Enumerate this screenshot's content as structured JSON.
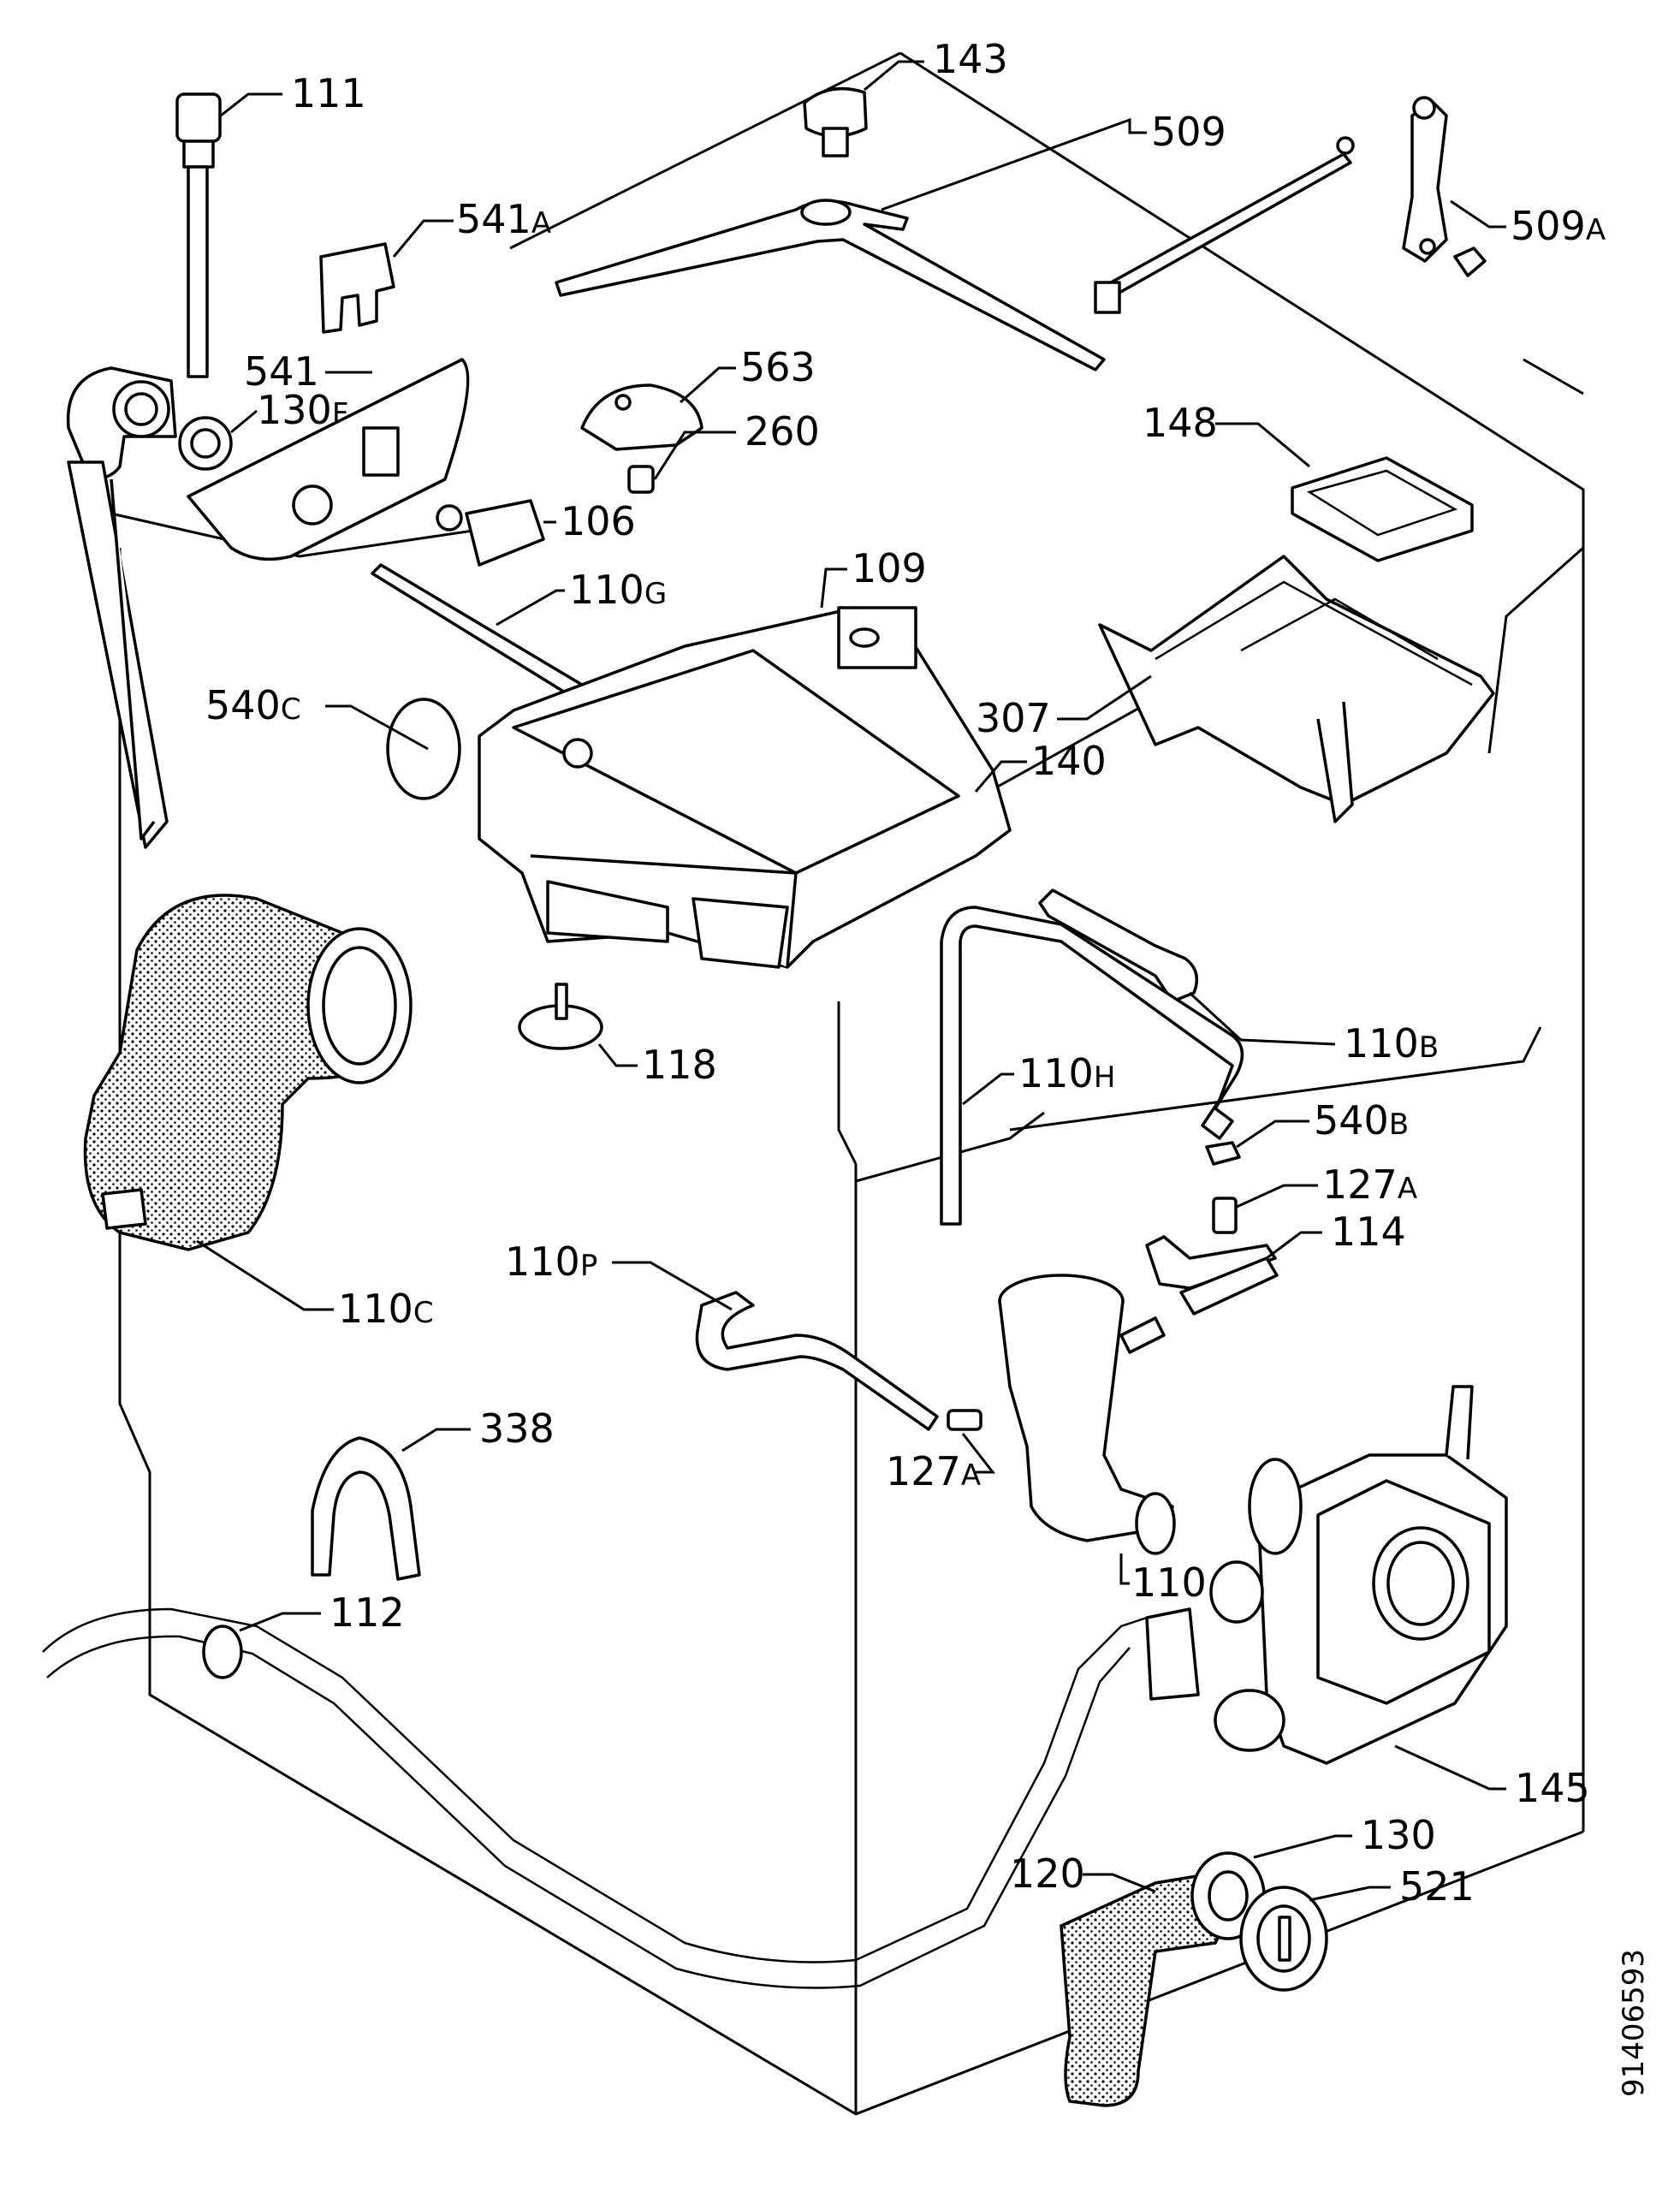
{
  "labels": {
    "l111": "111",
    "l143": "143",
    "l509": "509",
    "l509a": "509",
    "l509a_s": "A",
    "l541a": "541",
    "l541a_s": "A",
    "l541": "541",
    "l130f": "130",
    "l130f_s": "F",
    "l563": "563",
    "l260": "260",
    "l148": "148",
    "l106": "106",
    "l110g": "110",
    "l110g_s": "G",
    "l109": "109",
    "l540c": "540",
    "l540c_s": "C",
    "l307": "307",
    "l140": "140",
    "l110b": "110",
    "l110b_s": "B",
    "l118": "118",
    "l110h": "110",
    "l110h_s": "H",
    "l540b": "540",
    "l540b_s": "B",
    "l127a1": "127",
    "l127a1_s": "A",
    "l114": "114",
    "l110c": "110",
    "l110c_s": "C",
    "l110p": "110",
    "l110p_s": "P",
    "l338": "338",
    "l127a2": "127",
    "l127a2_s": "A",
    "l110": "110",
    "l112": "112",
    "l145": "145",
    "l130": "130",
    "l120": "120",
    "l521": "521"
  },
  "reference_code": "91406593"
}
